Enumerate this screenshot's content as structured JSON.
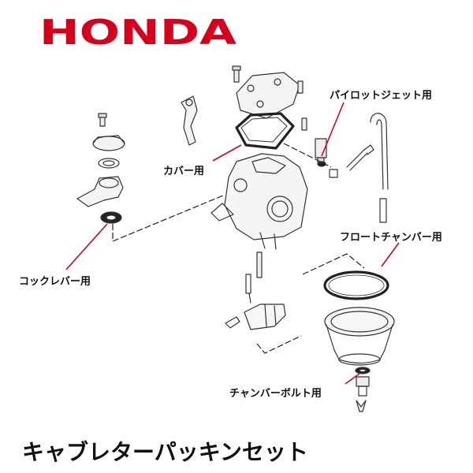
{
  "brand": {
    "logo_text": "HONDA",
    "color": "#d6001c"
  },
  "labels": {
    "pilot_jet": "パイロットジェット用",
    "cover": "カバー用",
    "float_chamber": "フロートチャンバー用",
    "cock_lever": "コックレバー用",
    "chamber_bolt": "チャンバーボルト用"
  },
  "title": "キャブレターパッキンセット",
  "colors": {
    "leader_line": "#d6001c",
    "parts": "#333333"
  }
}
